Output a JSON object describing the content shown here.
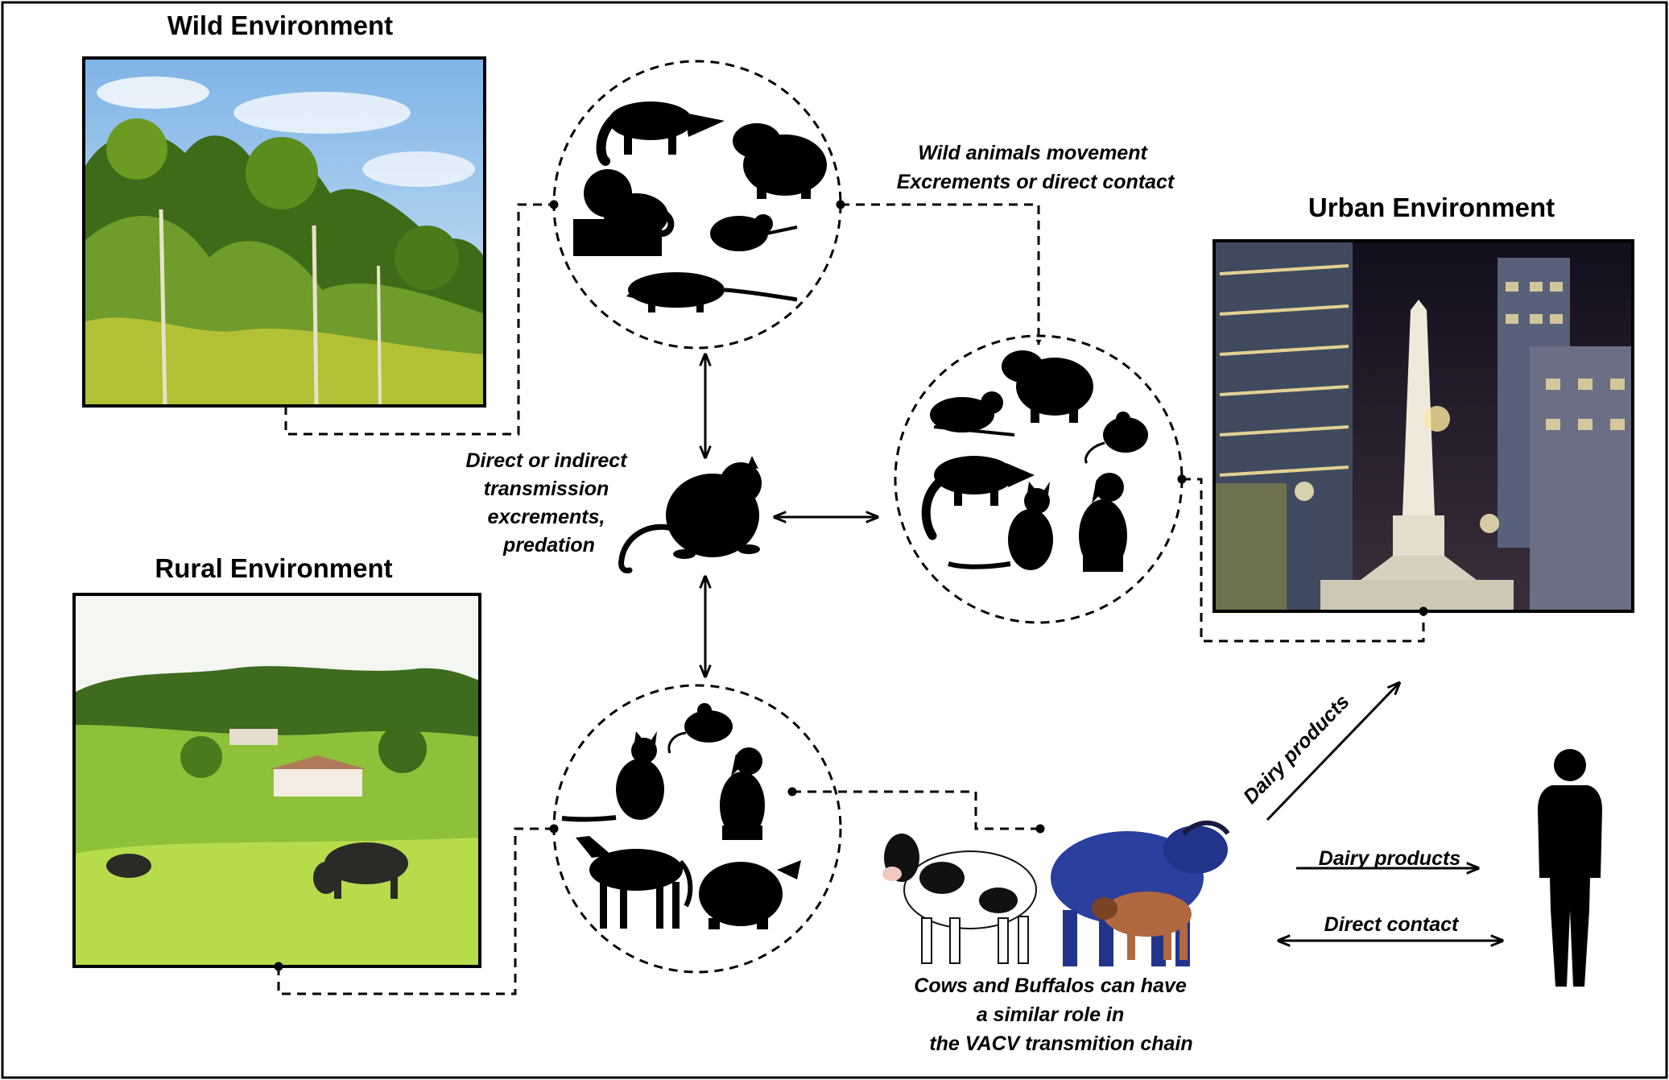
{
  "environments": {
    "wild": {
      "title": "Wild Environment"
    },
    "rural": {
      "title": "Rural Environment"
    },
    "urban": {
      "title": "Urban Environment"
    }
  },
  "labels": {
    "wild_movement": [
      "Wild animals movement",
      "Excrements or direct contact"
    ],
    "rodent_transmission": [
      "Direct or indirect",
      "transmission",
      "excrements,",
      "predation"
    ],
    "dairy_products_urban": "Dairy products",
    "dairy_products_human": "Dairy products",
    "direct_contact": "Direct contact",
    "cattle_role": [
      "Cows and Buffalos can have",
      "a similar role in",
      "the VACV transmition chain"
    ]
  },
  "icons": {
    "wild_group": [
      "coati-icon",
      "capybara-icon",
      "monkey-icon",
      "rodent-icon",
      "opossum-icon"
    ],
    "urban_group": [
      "rodent-icon",
      "capybara-icon",
      "mouse-icon",
      "coati-icon",
      "cat-icon",
      "dog-icon"
    ],
    "rural_group": [
      "mouse-icon",
      "cat-icon",
      "dog-icon",
      "horse-icon",
      "pig-icon"
    ]
  },
  "colors": {
    "border": "#000000",
    "silhouette": "#000000",
    "sky": "#9cc8ec",
    "forest": "#4f7a1c",
    "pasture": "#9fcf3c",
    "night": "#1a1524",
    "buffalo": "#2a3f9e",
    "calf": "#b0683e"
  }
}
